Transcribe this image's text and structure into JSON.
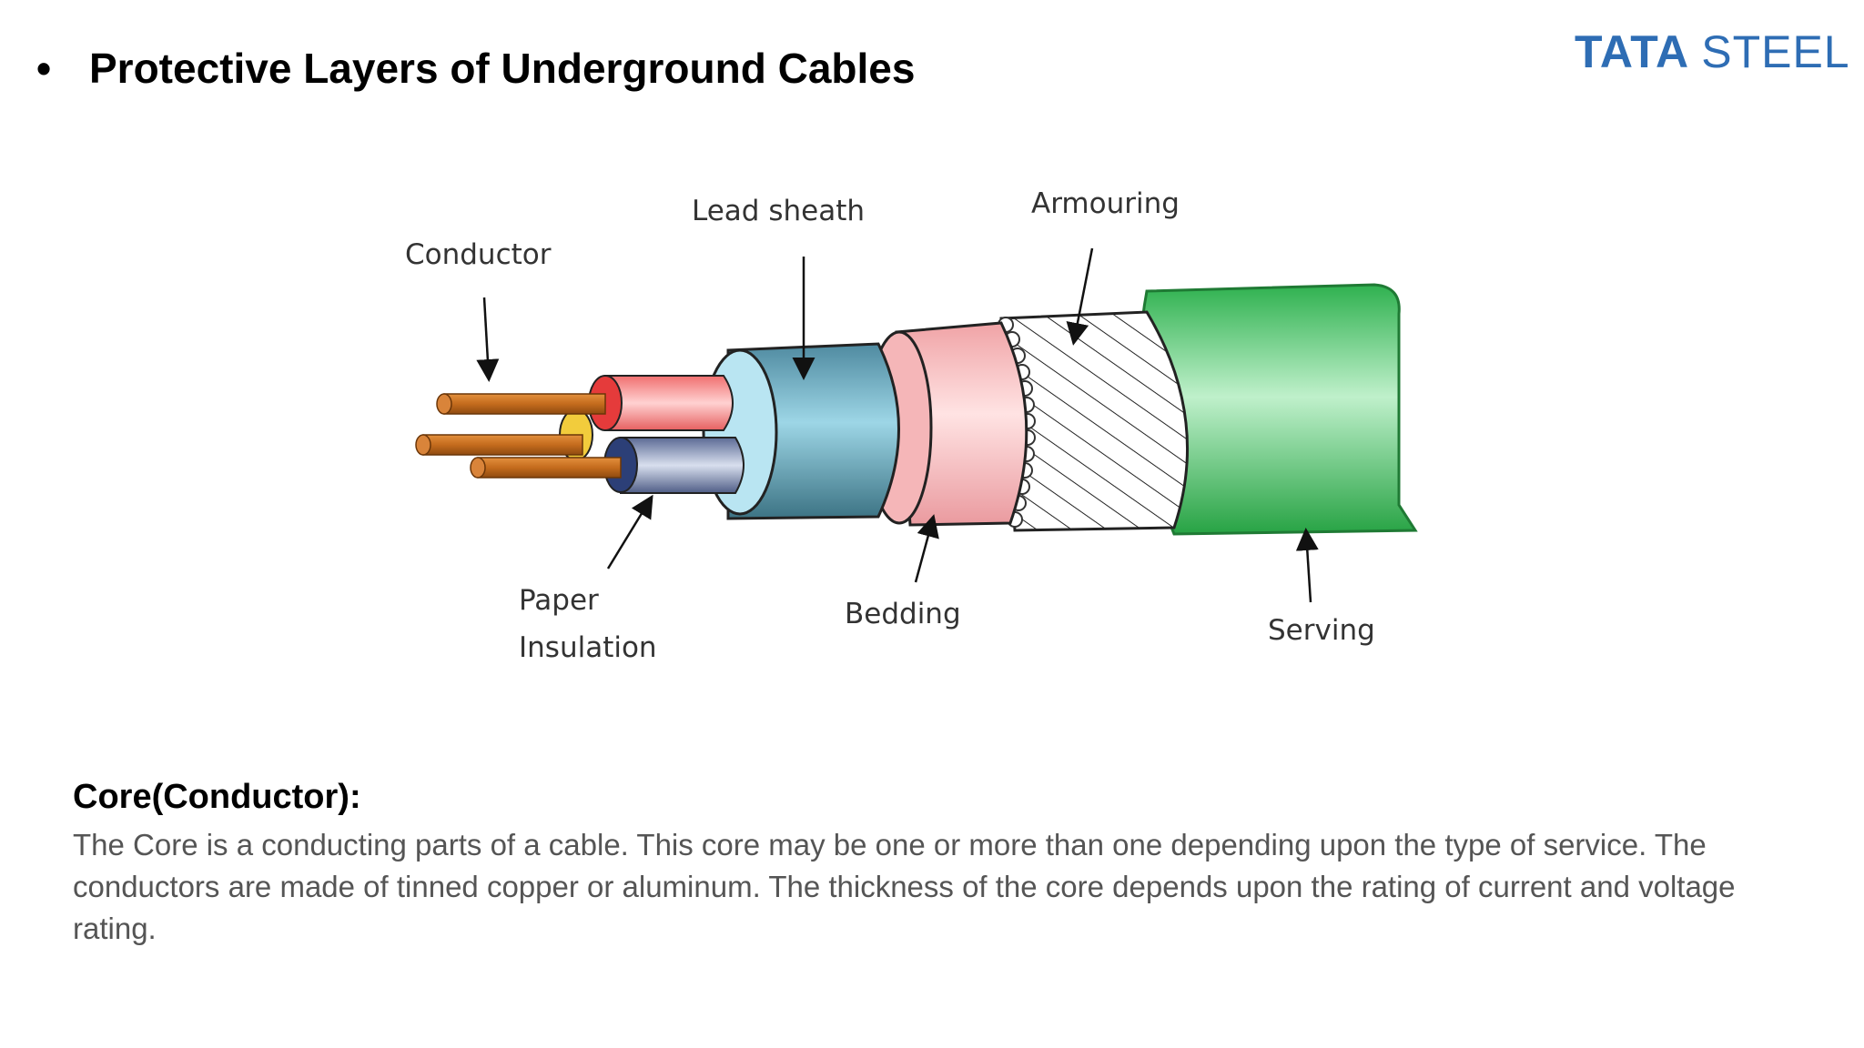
{
  "title": "Protective Layers of Underground Cables",
  "logo": {
    "word1": "TATA",
    "word2": "STEEL",
    "color": "#2e6db4"
  },
  "diagram": {
    "labels": {
      "conductor": "Conductor",
      "lead_sheath": "Lead sheath",
      "armouring": "Armouring",
      "paper_line1": "Paper",
      "paper_line2": "Insulation",
      "bedding": "Bedding",
      "serving": "Serving"
    }
  },
  "section": {
    "heading": "Core(Conductor):",
    "body": "The Core is a conducting parts of a cable. This core may be one or more than one depending upon the type of service. The conductors are made of tinned copper or aluminum. The thickness of the core depends upon the rating of current and voltage rating."
  }
}
